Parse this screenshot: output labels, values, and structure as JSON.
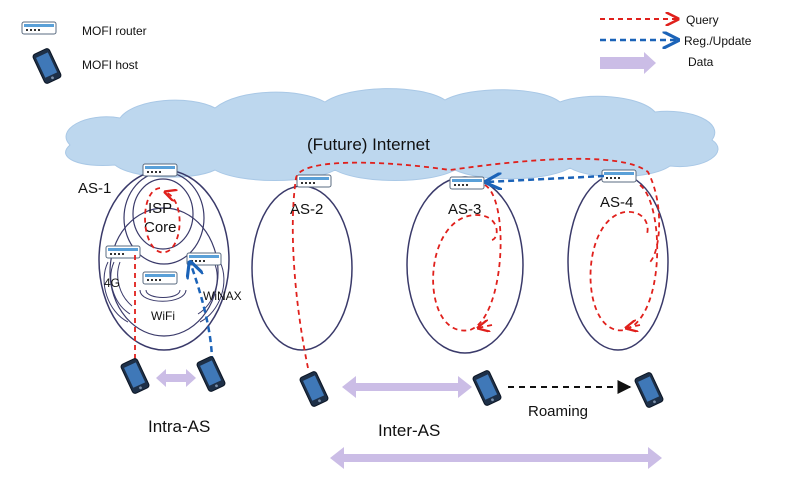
{
  "legend": {
    "router_label": "MOFI router",
    "host_label": "MOFI host",
    "query_label": "Query",
    "reg_label": "Reg./Update",
    "data_label": "Data"
  },
  "cloud": {
    "label": "(Future) Internet"
  },
  "as_labels": {
    "as1": "AS-1",
    "as2": "AS-2",
    "as3": "AS-3",
    "as4": "AS-4"
  },
  "as1": {
    "isp_line1": "ISP",
    "isp_line2": "Core",
    "access_4g": "4G",
    "access_wifi": "WiFi",
    "access_wimax": "WiNAX"
  },
  "bottom": {
    "intra_as": "Intra-AS",
    "inter_as": "Inter-AS",
    "roaming": "Roaming"
  },
  "colors": {
    "query": "#e0201c",
    "reg_update": "#1b63b8",
    "data_arrow": "#cbbde6",
    "cloud_fill": "#bdd7ee",
    "as_border": "#3a3a6a",
    "router_body": "#ffffff",
    "router_accent": "#5aa0d8",
    "host_body": "#1e3048"
  }
}
